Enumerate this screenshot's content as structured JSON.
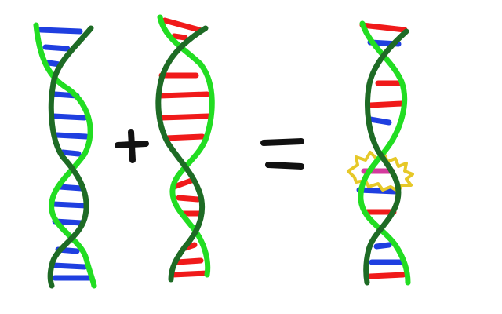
{
  "colors": {
    "background": "#ffffff",
    "strand_light": "#22dd22",
    "strand_dark": "#1e6b25",
    "base_blue": "#1f3fe0",
    "base_red": "#f01a1a",
    "operator": "#111111",
    "mutation_outline": "#e6c828",
    "mutation_pair": "#d43a9e"
  },
  "diagram": {
    "helices": [
      {
        "name": "blue-helix",
        "label_visible": false
      },
      {
        "name": "red-helix",
        "label_visible": false
      },
      {
        "name": "hybrid-helix",
        "label_visible": false
      }
    ],
    "operators": [
      {
        "name": "plus",
        "icon": "plus-sign-icon"
      },
      {
        "name": "equals",
        "icon": "equals-sign-icon"
      }
    ],
    "highlight": {
      "icon": "mutation-burst-icon"
    }
  }
}
